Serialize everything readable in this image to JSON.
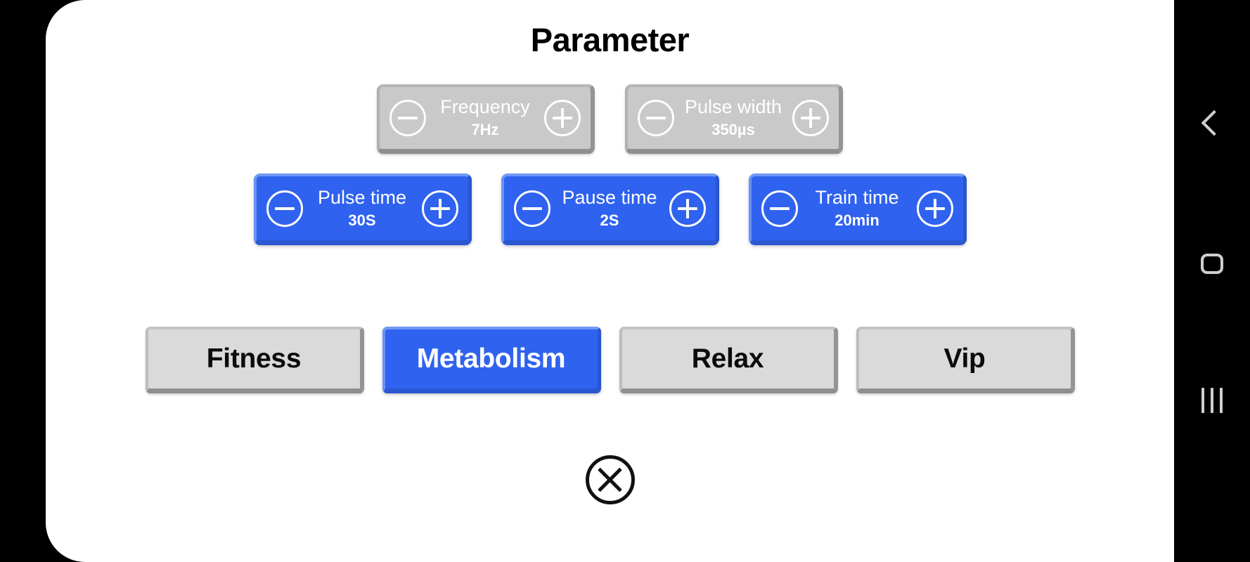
{
  "dialog": {
    "title": "Parameter",
    "close_label": "close-icon"
  },
  "steppers_top": [
    {
      "label": "Frequency",
      "value": "7Hz",
      "state": "disabled",
      "minus": "minus-icon",
      "plus": "plus-icon"
    },
    {
      "label": "Pulse width",
      "value": "350µs",
      "state": "disabled",
      "minus": "minus-icon",
      "plus": "plus-icon"
    }
  ],
  "steppers_mid": [
    {
      "label": "Pulse time",
      "value": "30S",
      "state": "active",
      "minus": "minus-icon",
      "plus": "plus-icon"
    },
    {
      "label": "Pause time",
      "value": "2S",
      "state": "active",
      "minus": "minus-icon",
      "plus": "plus-icon"
    },
    {
      "label": "Train time",
      "value": "20min",
      "state": "active",
      "minus": "minus-icon",
      "plus": "plus-icon"
    }
  ],
  "modes": [
    {
      "label": "Fitness",
      "selected": false
    },
    {
      "label": "Metabolism",
      "selected": true
    },
    {
      "label": "Relax",
      "selected": false
    },
    {
      "label": "Vip",
      "selected": false
    }
  ],
  "navbar": [
    {
      "name": "back-icon",
      "glyph": "chevron-left"
    },
    {
      "name": "home-icon",
      "glyph": "rounded-square"
    },
    {
      "name": "recents-icon",
      "glyph": "three-bars"
    }
  ],
  "colors": {
    "accent_blue": "#2f62ef",
    "disabled_grey": "#c9c9c9",
    "mode_grey": "#dadada",
    "card_bg": "#ffffff",
    "screen_bg": "#000000"
  }
}
